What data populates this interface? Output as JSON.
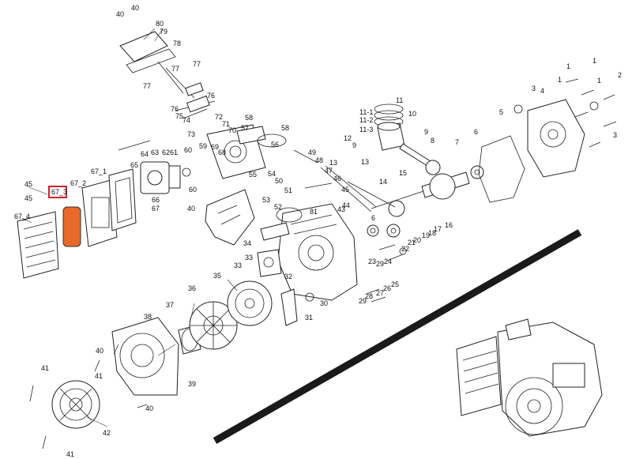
{
  "diagram": {
    "highlight_color": "#e8692a",
    "highlight_box_color": "#d0202a",
    "divider_color": "#1a1a1a",
    "highlighted_label": "67_3",
    "labels": [
      {
        "id": "l40a",
        "text": "40"
      },
      {
        "id": "l40b",
        "text": "40"
      },
      {
        "id": "l80",
        "text": "80"
      },
      {
        "id": "l79",
        "text": "79"
      },
      {
        "id": "l78",
        "text": "78"
      },
      {
        "id": "l77a",
        "text": "77"
      },
      {
        "id": "l77b",
        "text": "77"
      },
      {
        "id": "l77c",
        "text": "77"
      },
      {
        "id": "l76a",
        "text": "76"
      },
      {
        "id": "l76b",
        "text": "76"
      },
      {
        "id": "l75",
        "text": "75"
      },
      {
        "id": "l74",
        "text": "74"
      },
      {
        "id": "l73",
        "text": "73"
      },
      {
        "id": "l72",
        "text": "72"
      },
      {
        "id": "l71",
        "text": "71"
      },
      {
        "id": "l70",
        "text": "70"
      },
      {
        "id": "l69",
        "text": "69"
      },
      {
        "id": "l68",
        "text": "68"
      },
      {
        "id": "l59",
        "text": "59"
      },
      {
        "id": "l58a",
        "text": "58"
      },
      {
        "id": "l58b",
        "text": "58"
      },
      {
        "id": "l57",
        "text": "57"
      },
      {
        "id": "l56",
        "text": "56"
      },
      {
        "id": "l55",
        "text": "55"
      },
      {
        "id": "l65",
        "text": "65"
      },
      {
        "id": "l64",
        "text": "64"
      },
      {
        "id": "l63",
        "text": "63"
      },
      {
        "id": "l62",
        "text": "62"
      },
      {
        "id": "l61",
        "text": "61"
      },
      {
        "id": "l60a",
        "text": "60"
      },
      {
        "id": "l60b",
        "text": "60"
      },
      {
        "id": "l67_1",
        "text": "67_1"
      },
      {
        "id": "l67_2",
        "text": "67_2"
      },
      {
        "id": "l67_3",
        "text": "67_3"
      },
      {
        "id": "l67_4",
        "text": "67_4"
      },
      {
        "id": "l66",
        "text": "66"
      },
      {
        "id": "l67",
        "text": "67"
      },
      {
        "id": "l45a",
        "text": "45"
      },
      {
        "id": "l45b",
        "text": "45"
      },
      {
        "id": "l40c",
        "text": "40"
      },
      {
        "id": "l54",
        "text": "54"
      },
      {
        "id": "l53",
        "text": "53"
      },
      {
        "id": "l52",
        "text": "52"
      },
      {
        "id": "l51",
        "text": "51"
      },
      {
        "id": "l50",
        "text": "50"
      },
      {
        "id": "l49",
        "text": "49"
      },
      {
        "id": "l48",
        "text": "48"
      },
      {
        "id": "l47",
        "text": "47"
      },
      {
        "id": "l46",
        "text": "46"
      },
      {
        "id": "l45c",
        "text": "45"
      },
      {
        "id": "l44",
        "text": "44"
      },
      {
        "id": "l43",
        "text": "43"
      },
      {
        "id": "l42",
        "text": "42"
      },
      {
        "id": "l41a",
        "text": "41"
      },
      {
        "id": "l41b",
        "text": "41"
      },
      {
        "id": "l41c",
        "text": "41"
      },
      {
        "id": "l40d",
        "text": "40"
      },
      {
        "id": "l40e",
        "text": "40"
      },
      {
        "id": "l39",
        "text": "39"
      },
      {
        "id": "l38",
        "text": "38"
      },
      {
        "id": "l37",
        "text": "37"
      },
      {
        "id": "l36",
        "text": "36"
      },
      {
        "id": "l35",
        "text": "35"
      },
      {
        "id": "l34",
        "text": "34"
      },
      {
        "id": "l33a",
        "text": "33"
      },
      {
        "id": "l33b",
        "text": "33"
      },
      {
        "id": "l32",
        "text": "32"
      },
      {
        "id": "l31",
        "text": "31"
      },
      {
        "id": "l30",
        "text": "30"
      },
      {
        "id": "l29a",
        "text": "29"
      },
      {
        "id": "l29b",
        "text": "29"
      },
      {
        "id": "l28",
        "text": "28"
      },
      {
        "id": "l27",
        "text": "27"
      },
      {
        "id": "l26",
        "text": "26"
      },
      {
        "id": "l25",
        "text": "25"
      },
      {
        "id": "l24",
        "text": "24"
      },
      {
        "id": "l23",
        "text": "23"
      },
      {
        "id": "l22",
        "text": "22"
      },
      {
        "id": "l21",
        "text": "21"
      },
      {
        "id": "l20",
        "text": "20"
      },
      {
        "id": "l19",
        "text": "19"
      },
      {
        "id": "l18",
        "text": "18"
      },
      {
        "id": "l17",
        "text": "17"
      },
      {
        "id": "l16",
        "text": "16"
      },
      {
        "id": "l15",
        "text": "15"
      },
      {
        "id": "l14",
        "text": "14"
      },
      {
        "id": "l13a",
        "text": "13"
      },
      {
        "id": "l13b",
        "text": "13"
      },
      {
        "id": "l12",
        "text": "12"
      },
      {
        "id": "l11",
        "text": "11"
      },
      {
        "id": "l11_1",
        "text": "11-1"
      },
      {
        "id": "l11_2",
        "text": "11-2"
      },
      {
        "id": "l11_3",
        "text": "11-3"
      },
      {
        "id": "l10",
        "text": "10"
      },
      {
        "id": "l9a",
        "text": "9"
      },
      {
        "id": "l9b",
        "text": "9"
      },
      {
        "id": "l8",
        "text": "8"
      },
      {
        "id": "l7",
        "text": "7"
      },
      {
        "id": "l6a",
        "text": "6"
      },
      {
        "id": "l6b",
        "text": "6"
      },
      {
        "id": "l5",
        "text": "5"
      },
      {
        "id": "l4",
        "text": "4"
      },
      {
        "id": "l3a",
        "text": "3"
      },
      {
        "id": "l3b",
        "text": "3"
      },
      {
        "id": "l2",
        "text": "2"
      },
      {
        "id": "l1a",
        "text": "1"
      },
      {
        "id": "l1b",
        "text": "1"
      },
      {
        "id": "l1c",
        "text": "1"
      },
      {
        "id": "l1d",
        "text": "1"
      },
      {
        "id": "l81",
        "text": "81"
      }
    ]
  }
}
